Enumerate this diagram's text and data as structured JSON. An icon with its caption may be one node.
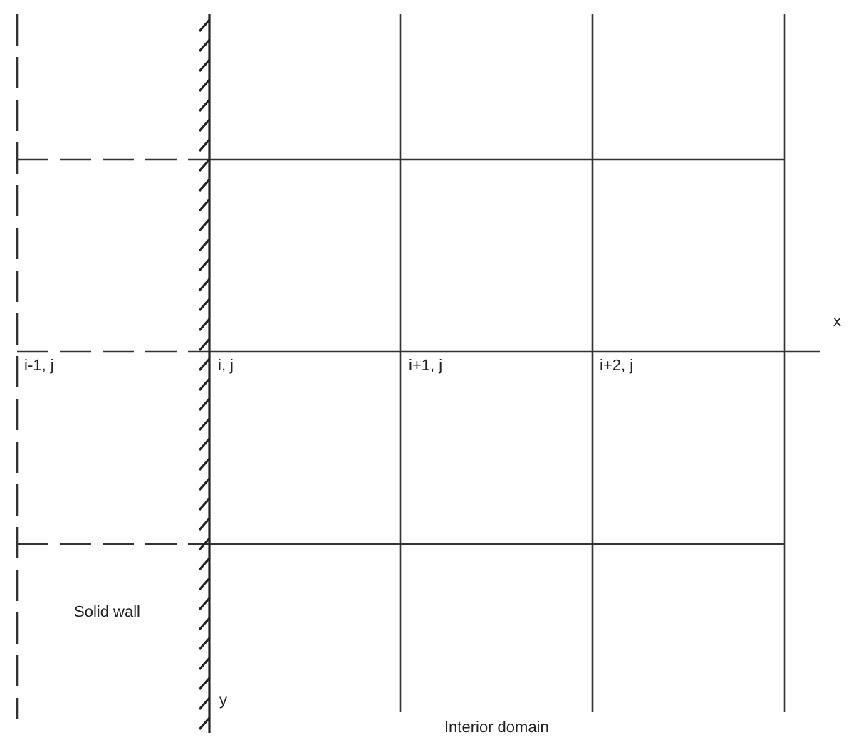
{
  "diagram": {
    "labels": [
      "x",
      "i-1, j",
      "i, j",
      "i+1, j",
      "i+2, j",
      "Solid wall",
      "y",
      "Interior domain"
    ]
  }
}
